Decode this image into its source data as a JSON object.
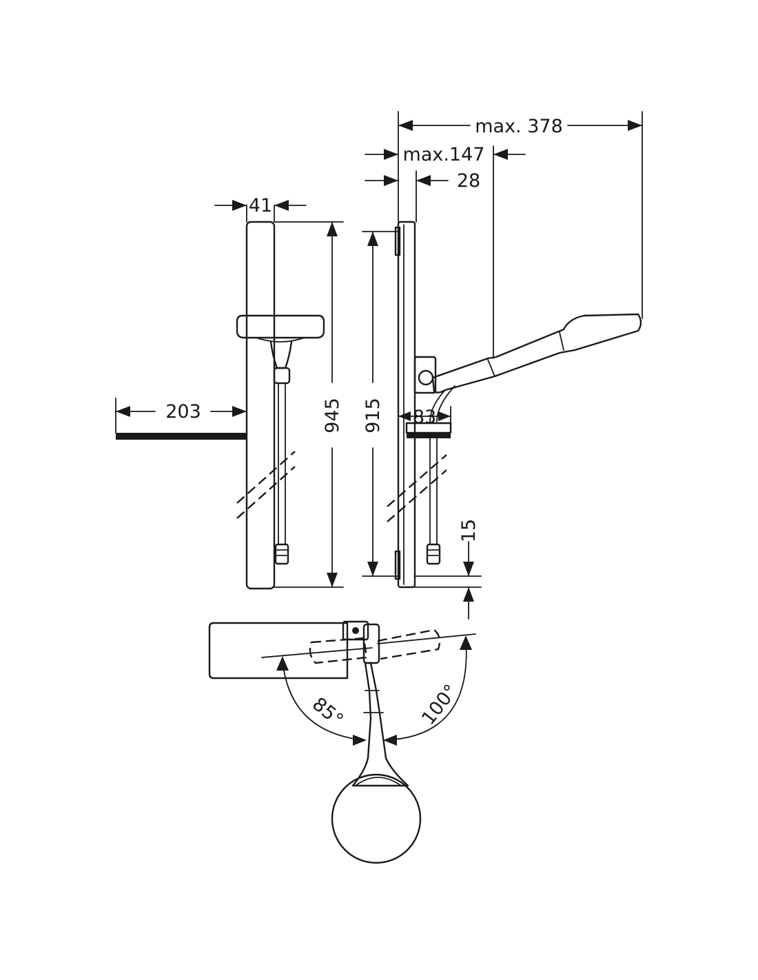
{
  "dimensions": {
    "max_378": "max. 378",
    "max_147": "max.147",
    "d_28": "28",
    "d_41": "41",
    "d_945": "945",
    "d_915": "915",
    "d_203": "203",
    "d_83": "83",
    "d_15": "15",
    "angle_85": "85°",
    "angle_100": "100°"
  }
}
